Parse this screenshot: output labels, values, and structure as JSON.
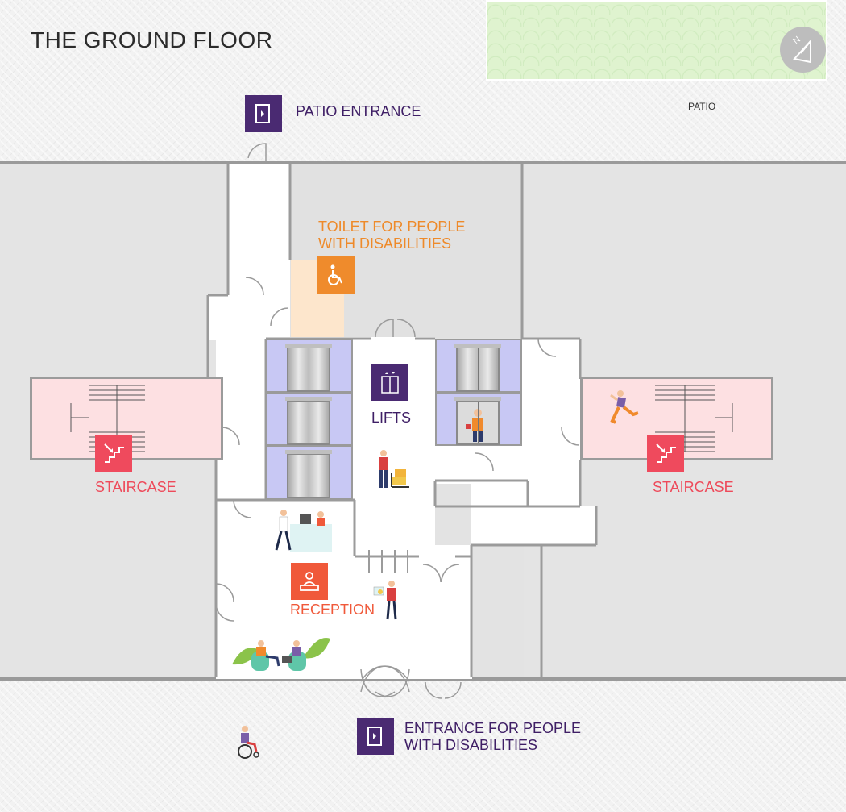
{
  "map": {
    "title": "THE GROUND FLOOR",
    "patio_label": "PATIO",
    "compass_label": "N"
  },
  "labels": {
    "patio_entrance": "PATIO ENTRANCE",
    "toilet_line1": "TOILET FOR PEOPLE",
    "toilet_line2": "WITH DISABILITIES",
    "lifts": "LIFTS",
    "staircase_left": "STAIRCASE",
    "staircase_right": "STAIRCASE",
    "reception": "RECEPTION",
    "entrance_line1": "ENTRANCE FOR PEOPLE",
    "entrance_line2": "WITH DISABILITIES"
  },
  "icons": {
    "patio_entrance": "door-icon",
    "toilet": "wheelchair-icon",
    "lifts": "lift-icon",
    "staircase": "stairs-icon",
    "reception": "reception-desk-icon",
    "entrance": "door-icon",
    "compass": "north-arrow-icon"
  },
  "colors": {
    "entrance": "#4a2a72",
    "toilet": "#ef8b2c",
    "staircase": "#ef4a5d",
    "reception": "#f0593a",
    "lift_area": "#c8c8f4",
    "patio": "#dff3cf",
    "staircase_area": "#fde0e2",
    "toilet_area": "#fde6cc"
  }
}
